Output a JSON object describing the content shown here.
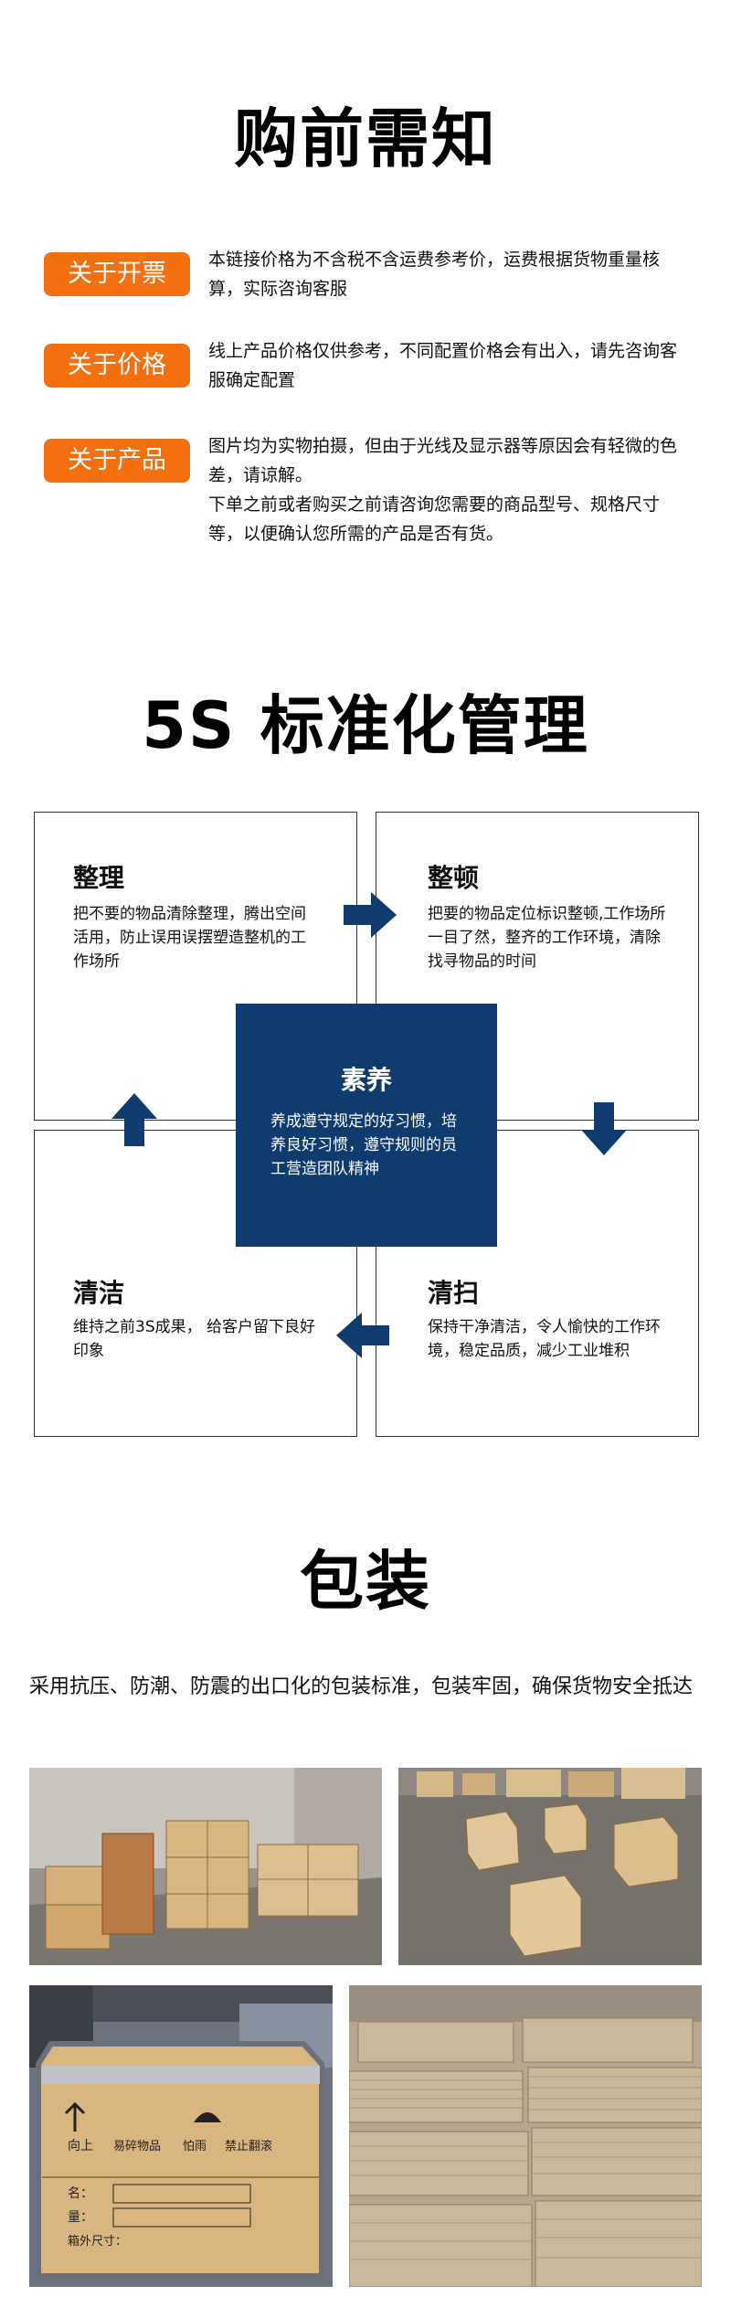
{
  "notice": {
    "title": "购前需知",
    "items": [
      {
        "badge": "关于开票",
        "lines": [
          "本链接价格为不含税不含运费参考价，运费根据货物重量核算，实际咨询客服"
        ]
      },
      {
        "badge": "关于价格",
        "lines": [
          "线上产品价格仅供参考，不同配置价格会有出入，请先咨询客服确定配置"
        ]
      },
      {
        "badge": "关于产品",
        "lines": [
          "图片均为实物拍摄，但由于光线及显示器等原因会有轻微的色差，请谅解。",
          "下单之前或者购买之前请咨询您需要的商品型号、规格尺寸等，以便确认您所需的产品是否有货。"
        ]
      }
    ],
    "badge_color": "#f36f10"
  },
  "five_s": {
    "title": "5S 标准化管理",
    "accent_color": "#0f3b6f",
    "seiri": {
      "title": "整理",
      "text": "把不要的物品清除整理，腾出空间活用，防止误用误摆塑造整机的工作场所"
    },
    "seiton": {
      "title": "整顿",
      "text": "把要的物品定位标识整顿,工作场所一目了然，整齐的工作环境，清除找寻物品的时间"
    },
    "shitsuke": {
      "title": "素养",
      "text": "养成遵守规定的好习惯，培养良好习惯，遵守规则的员工营造团队精神"
    },
    "seiketsu": {
      "title": "清洁",
      "text": "维持之前3S成果， 给客户留下良好印象"
    },
    "seiso": {
      "title": "清扫",
      "text": "保持干净清洁，令人愉快的工作环境，稳定品质，减少工业堆积"
    }
  },
  "packaging": {
    "title": "包装",
    "description": "采用抗压、防潮、防震的出口化的包装标准，包装牢固，确保货物安全抵达",
    "crate_labels": {
      "up": "向上",
      "fragile": "易碎物品",
      "umbrella": "怕雨",
      "no_stack": "禁止翻滚",
      "name": "名：",
      "qty": "量：",
      "size": "箱外尺寸："
    }
  }
}
